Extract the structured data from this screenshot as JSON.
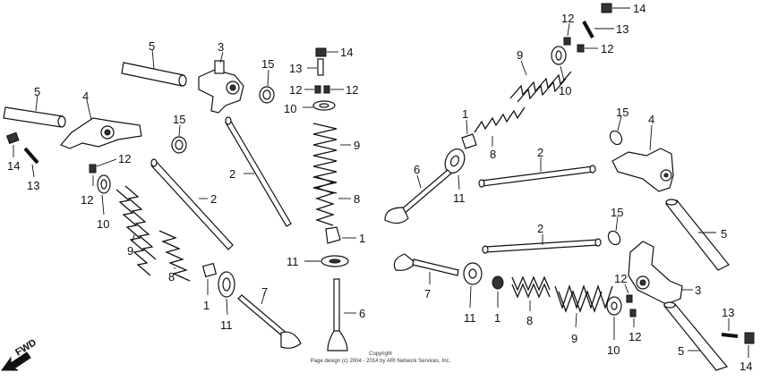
{
  "callouts": {
    "c1a": "1",
    "c1b": "1",
    "c1c": "1",
    "c1d": "1",
    "c2a": "2",
    "c2b": "2",
    "c2c": "2",
    "c2d": "2",
    "c3a": "3",
    "c3b": "3",
    "c4a": "4",
    "c4b": "4",
    "c5a": "5",
    "c5b": "5",
    "c5c": "5",
    "c5d": "5",
    "c6a": "6",
    "c6b": "6",
    "c7a": "7",
    "c7b": "7",
    "c8a": "8",
    "c8b": "8",
    "c8c": "8",
    "c8d": "8",
    "c9a": "9",
    "c9b": "9",
    "c9c": "9",
    "c9d": "9",
    "c10a": "10",
    "c10b": "10",
    "c10c": "10",
    "c10d": "10",
    "c11a": "11",
    "c11b": "11",
    "c11c": "11",
    "c11d": "11",
    "c12a": "12",
    "c12b": "12",
    "c12c": "12",
    "c12d": "12",
    "c12e": "12",
    "c12f": "12",
    "c12g": "12",
    "c12h": "12",
    "c13a": "13",
    "c13b": "13",
    "c13c": "13",
    "c13d": "13",
    "c14a": "14",
    "c14b": "14",
    "c14c": "14",
    "c14d": "14",
    "c15a": "15",
    "c15b": "15",
    "c15c": "15",
    "c15d": "15"
  },
  "fwd_label": "FWD",
  "copyright": {
    "line1": "Copyright",
    "line2": "Page design (c) 2004 - 2014 by ARI Network Services, Inc."
  }
}
